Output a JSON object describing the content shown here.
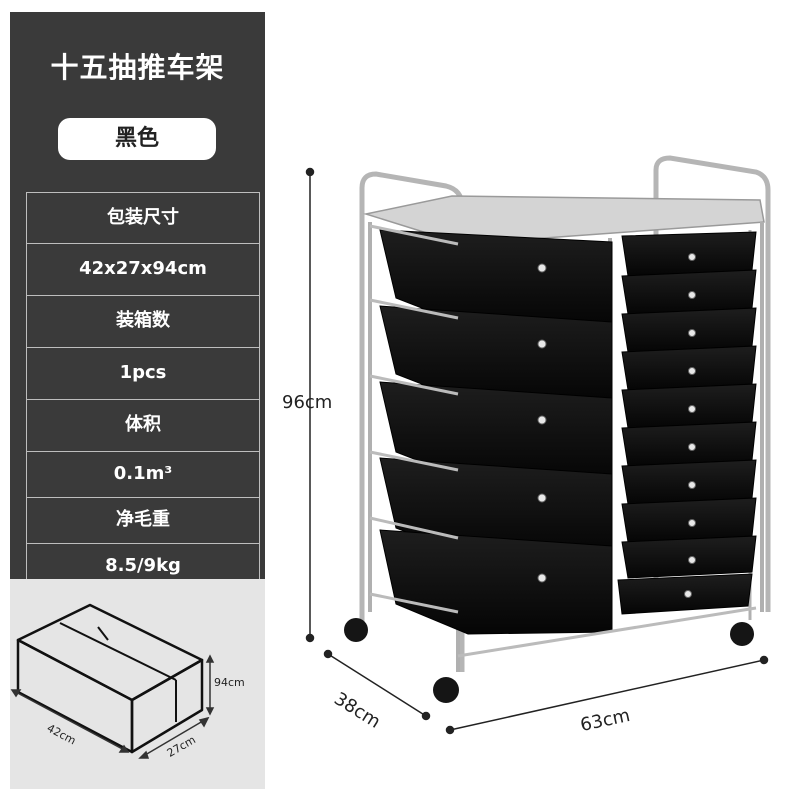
{
  "product": {
    "title": "十五抽推车架",
    "color": "黑色"
  },
  "specs": [
    {
      "label": "包装尺寸",
      "value": "42x27x94cm"
    },
    {
      "label": "装箱数",
      "value": "1pcs"
    },
    {
      "label": "体积",
      "value": "0.1m³"
    },
    {
      "label": "净毛重",
      "value": "8.5/9kg"
    }
  ],
  "dimensions": {
    "height": "96cm",
    "depth": "38cm",
    "width": "63cm"
  },
  "package": {
    "height": "94cm",
    "length": "42cm",
    "width": "27cm"
  },
  "colors": {
    "panel": "#3a3a3a",
    "drawer": "#0d0d0d",
    "frame": "#c8c8c8"
  }
}
